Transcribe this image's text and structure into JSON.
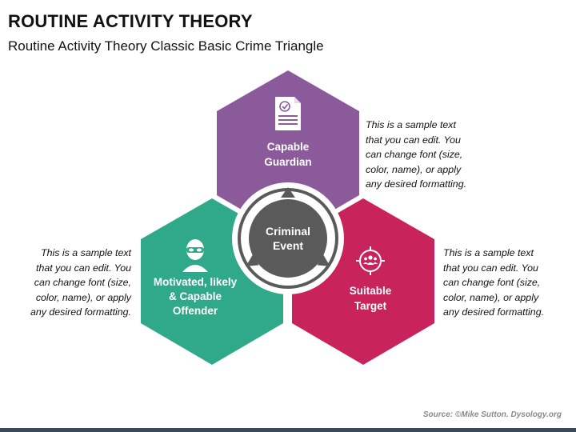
{
  "title": "ROUTINE ACTIVITY THEORY",
  "subtitle": "Routine Activity Theory Classic Basic Crime Triangle",
  "center": {
    "line1": "Criminal",
    "line2": "Event",
    "color": "#5a5a5a"
  },
  "nodes": {
    "top": {
      "line1": "Capable",
      "line2": "Guardian",
      "color": "#8b5a9a",
      "icon": "checklist-document-icon"
    },
    "left": {
      "line1": "Motivated, likely",
      "line2": "& Capable",
      "line3": "Offender",
      "color": "#2fa98a",
      "icon": "masked-offender-icon"
    },
    "right": {
      "line1": "Suitable",
      "line2": "Target",
      "color": "#c8235a",
      "icon": "targeted-group-icon"
    }
  },
  "descriptions": {
    "top": "This is a sample text\nthat you can edit. You\ncan change font (size,\ncolor, name), or apply\nany desired formatting.",
    "left": "This is a sample text\nthat you can edit. You\ncan change font (size,\ncolor, name), or apply\nany desired formatting.",
    "right": "This is a sample text\nthat you can edit. You\ncan change font (size,\ncolor, name), or apply\nany desired formatting."
  },
  "source": "Source: ©Mike Sutton. Dysology.org"
}
